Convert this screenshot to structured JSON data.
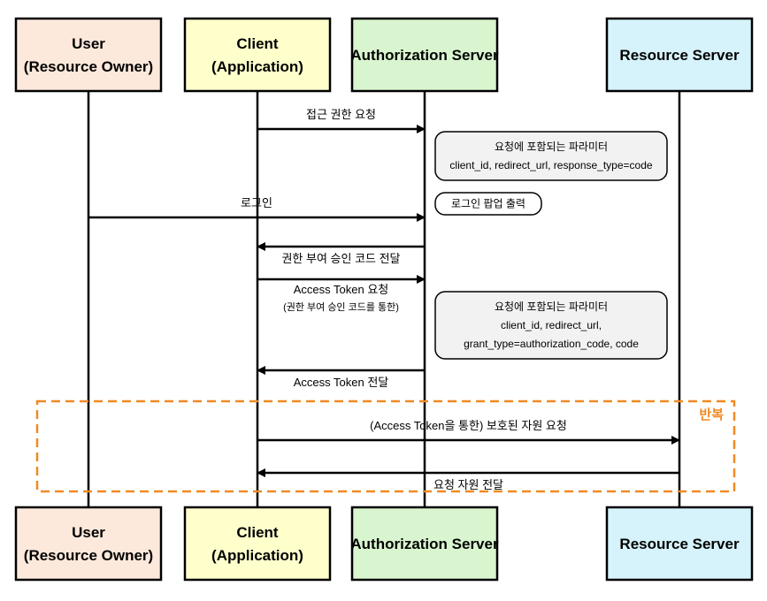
{
  "colors": {
    "user": "#fde9dc",
    "client": "#ffffcc",
    "auth": "#d9f5cf",
    "resource": "#d6f2fb",
    "note": "#f2f2f2",
    "loop": "#f08a24",
    "line": "#000000"
  },
  "participants": [
    {
      "id": "user",
      "lines": [
        "User",
        "(Resource Owner)"
      ],
      "color_key": "user"
    },
    {
      "id": "client",
      "lines": [
        "Client",
        "(Application)"
      ],
      "color_key": "client"
    },
    {
      "id": "auth",
      "lines": [
        "Authorization Server"
      ],
      "color_key": "auth"
    },
    {
      "id": "resource",
      "lines": [
        "Resource Server"
      ],
      "color_key": "resource"
    }
  ],
  "messages": [
    {
      "from": "client",
      "to": "auth",
      "label": "접근 권한 요청",
      "sub": ""
    },
    {
      "from": "user",
      "to": "auth",
      "label": "로그인",
      "sub": ""
    },
    {
      "from": "auth",
      "to": "client",
      "label": "권한 부여 승인 코드 전달",
      "sub": ""
    },
    {
      "from": "client",
      "to": "auth",
      "label": "Access Token 요청",
      "sub": "(권한 부여 승인 코드를 통한)"
    },
    {
      "from": "auth",
      "to": "client",
      "label": "Access Token 전달",
      "sub": ""
    },
    {
      "from": "client",
      "to": "resource",
      "label": "(Access Token을 통한) 보호된 자원 요청",
      "sub": ""
    },
    {
      "from": "resource",
      "to": "client",
      "label": "요청 자원 전달",
      "sub": ""
    }
  ],
  "notes": [
    {
      "lines": [
        "요청에 포함되는 파라미터",
        "client_id, redirect_url, response_type=code"
      ]
    },
    {
      "lines": [
        "로그인 팝업 출력"
      ]
    },
    {
      "lines": [
        "요청에 포함되는 파라미터",
        "client_id, redirect_url,",
        "grant_type=authorization_code, code"
      ]
    }
  ],
  "loop": {
    "label": "반복"
  }
}
